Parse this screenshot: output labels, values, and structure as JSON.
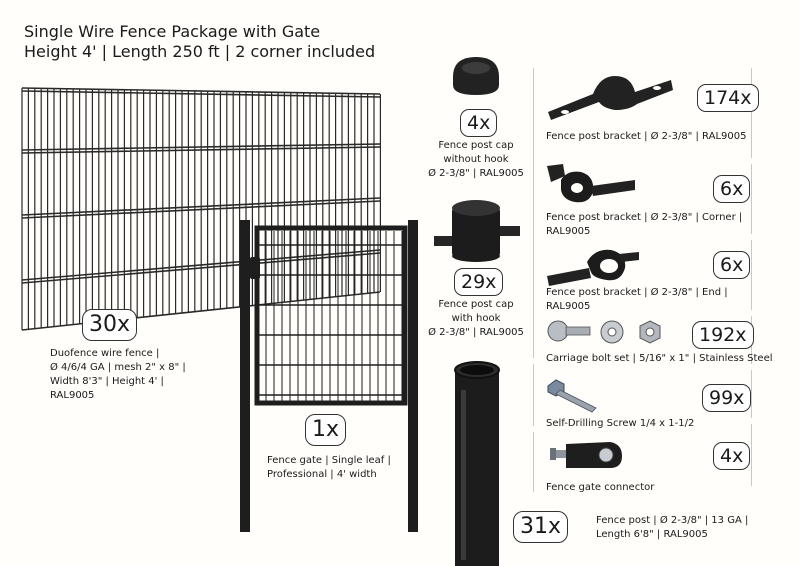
{
  "header": {
    "title_line1": "Single Wire Fence Package with Gate",
    "title_line2": "Height 4' | Length 250 ft | 2 corner included"
  },
  "fence_panel": {
    "qty": "30x",
    "caption_lines": [
      "Duofence wire fence |",
      "Ø 4/6/4 GA | mesh 2\" x 8\" |",
      "Width 8'3\" | Height 4' |",
      "RAL9005"
    ]
  },
  "gate": {
    "qty": "1x",
    "caption_lines": [
      "Fence gate | Single leaf |",
      "Professional | 4' width"
    ]
  },
  "cap_no_hook": {
    "qty": "4x",
    "caption_lines": [
      "Fence post cap",
      "without hook",
      "Ø 2-3/8\" | RAL9005"
    ]
  },
  "cap_hook": {
    "qty": "29x",
    "caption_lines": [
      "Fence post cap",
      "with hook",
      "Ø 2-3/8\" | RAL9005"
    ]
  },
  "post": {
    "qty": "31x",
    "caption_lines": [
      "Fence post | Ø 2-3/8\" | 13 GA |",
      "Length 6'8\" | RAL9005"
    ]
  },
  "bracket": {
    "qty": "174x",
    "caption_lines": [
      "Fence post bracket | Ø 2-3/8\" | RAL9005"
    ]
  },
  "bracket_corner": {
    "qty": "6x",
    "caption_lines": [
      "Fence post bracket | Ø 2-3/8\" | Corner |",
      "RAL9005"
    ]
  },
  "bracket_end": {
    "qty": "6x",
    "caption_lines": [
      "Fence post bracket | Ø 2-3/8\" | End |",
      "RAL9005"
    ]
  },
  "carriage_bolt": {
    "qty": "192x",
    "caption_lines": [
      "Carriage bolt set | 5/16\" x 1\" | Stainless Steel"
    ]
  },
  "screw": {
    "qty": "99x",
    "caption_lines": [
      "Self-Drilling Screw 1/4 x 1-1/2"
    ]
  },
  "gate_connector": {
    "qty": "4x",
    "caption_lines": [
      "Fence gate connector"
    ]
  }
}
